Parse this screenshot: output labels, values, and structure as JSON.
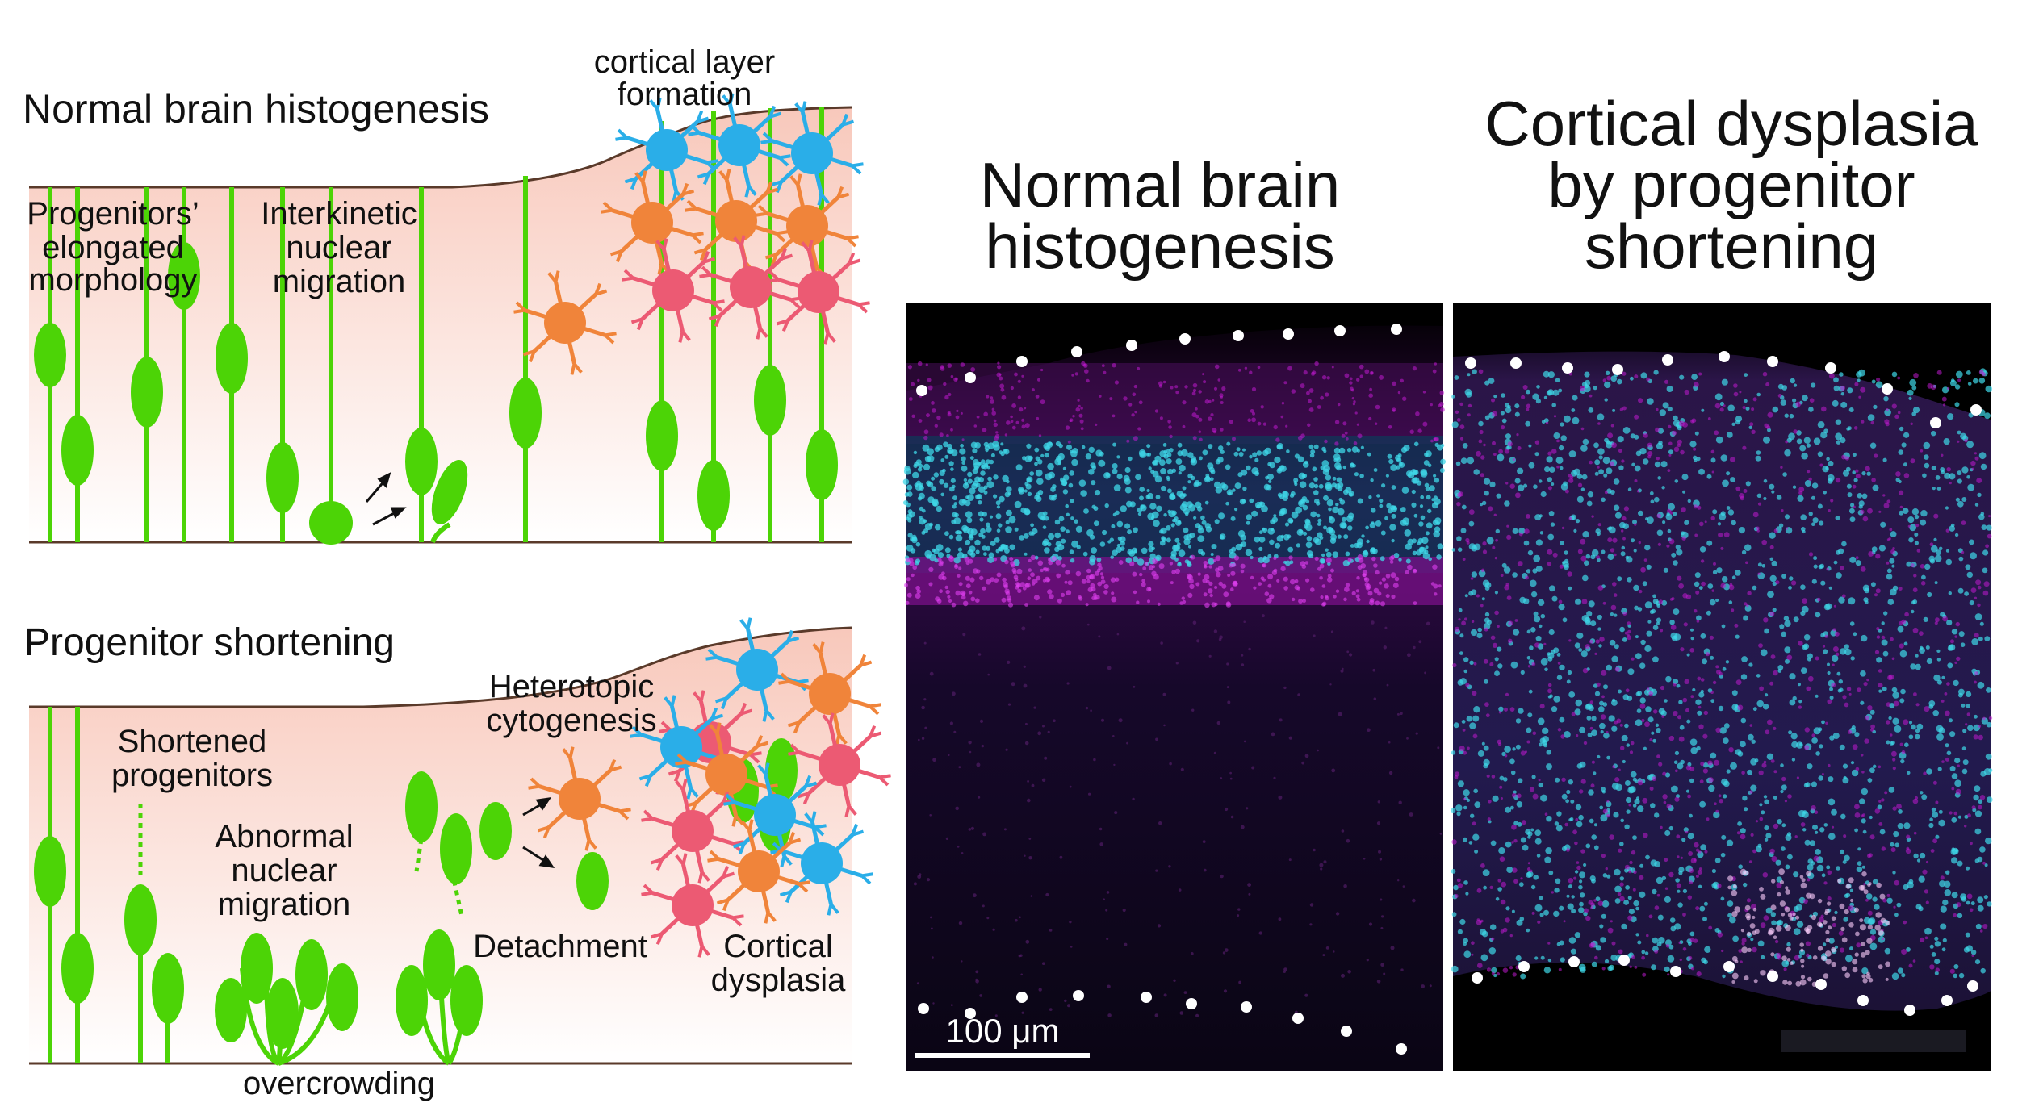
{
  "top_panel": {
    "title": "Normal brain histogenesis",
    "label_layer_line1": "cortical layer",
    "label_layer_line2": "formation",
    "label_prog_line1": "Progenitors’",
    "label_prog_line2": "elongated",
    "label_prog_line3": "morphology",
    "label_ink_line1": "Interkinetic",
    "label_ink_line2": "nuclear",
    "label_ink_line3": "migration"
  },
  "bottom_panel": {
    "title": "Progenitor shortening",
    "label_short_line1": "Shortened",
    "label_short_line2": "progenitors",
    "label_abn_line1": "Abnormal",
    "label_abn_line2": "nuclear",
    "label_abn_line3": "migration",
    "label_het_line1": "Heterotopic",
    "label_het_line2": "cytogenesis",
    "label_detach": "Detachment",
    "label_cd_line1": "Cortical",
    "label_cd_line2": "dysplasia",
    "label_over": "overcrowding"
  },
  "micrographs": {
    "left_title_line1": "Normal brain",
    "left_title_line2": "histogenesis",
    "right_title_line1": "Cortical dysplasia",
    "right_title_line2": "by progenitor",
    "right_title_line3": "shortening",
    "scale_bar_label": "100 μm"
  },
  "colors": {
    "progenitor_green": "#4cd406",
    "neuron_orange": "#f0843a",
    "neuron_blue": "#2aaee8",
    "neuron_red": "#ec5a73",
    "tissue_gradient_top": "#f9d0c4",
    "nuclei_cyan": "#3fd8e8",
    "membrane_magenta": "#c01ad0",
    "dot_white": "#ffffff"
  }
}
